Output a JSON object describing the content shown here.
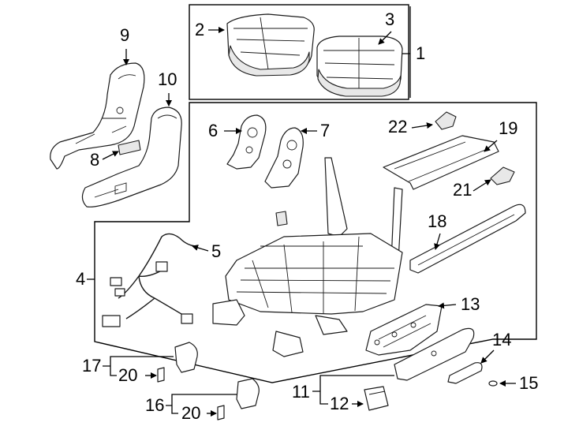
{
  "diagram": {
    "callouts": {
      "c1": "1",
      "c2": "2",
      "c3": "3",
      "c4": "4",
      "c5": "5",
      "c6": "6",
      "c7": "7",
      "c8": "8",
      "c9": "9",
      "c10": "10",
      "c11": "11",
      "c12": "12",
      "c13": "13",
      "c14": "14",
      "c15": "15",
      "c16": "16",
      "c17": "17",
      "c18": "18",
      "c19": "19",
      "c20a": "20",
      "c20b": "20",
      "c21": "21",
      "c22": "22"
    },
    "colors": {
      "line": "#000000",
      "fill": "#ffffff",
      "shade": "#e8e8e8"
    }
  }
}
